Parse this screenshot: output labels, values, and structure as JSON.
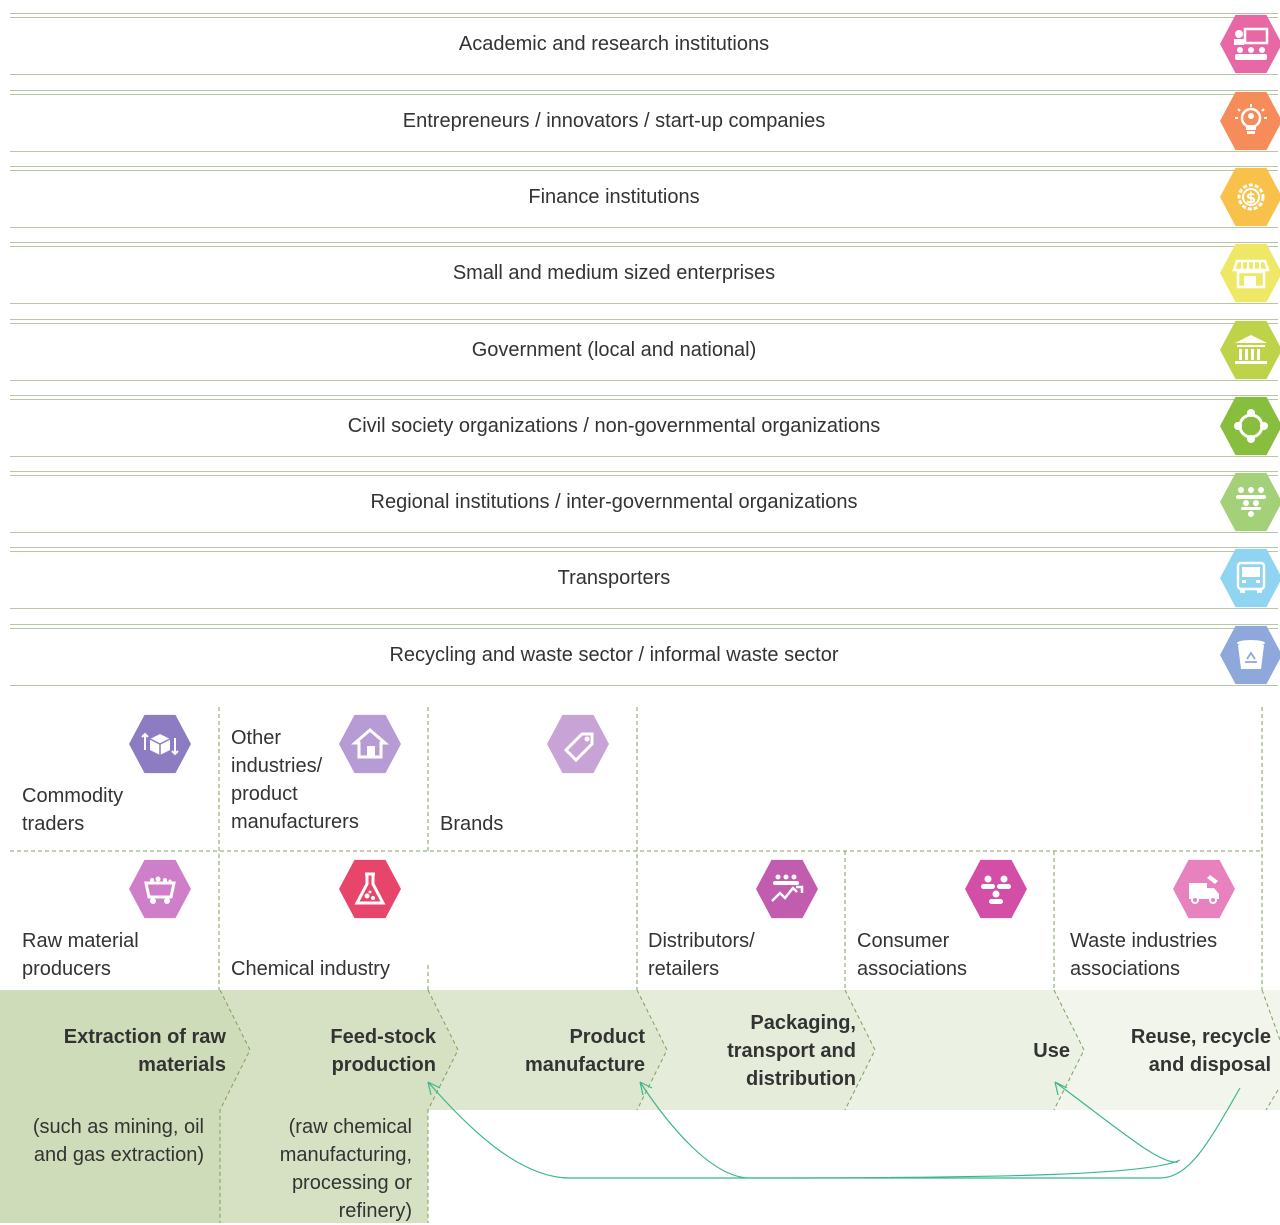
{
  "stakeholders": [
    {
      "label": "Academic and research institutions",
      "icon": "classroom-icon",
      "color": "#e868a5"
    },
    {
      "label": "Entrepreneurs / innovators / start-up companies",
      "icon": "lightbulb-person-icon",
      "color": "#f58c5a"
    },
    {
      "label": "Finance institutions",
      "icon": "dollar-gear-icon",
      "color": "#f8c24a"
    },
    {
      "label": "Small and medium sized enterprises",
      "icon": "storefront-icon",
      "color": "#eee866"
    },
    {
      "label": "Government (local and national)",
      "icon": "government-building-icon",
      "color": "#bed24a"
    },
    {
      "label": "Civil society organizations / non-governmental organizations",
      "icon": "network-icon",
      "color": "#88be3e"
    },
    {
      "label": "Regional institutions / inter-governmental organizations",
      "icon": "people-group-icon",
      "color": "#a4d07a"
    },
    {
      "label": "Transporters",
      "icon": "truck-icon",
      "color": "#8fd4f0"
    },
    {
      "label": "Recycling and waste sector / informal waste sector",
      "icon": "recycle-bin-icon",
      "color": "#8ea8dc"
    }
  ],
  "actors_top": [
    {
      "label": "Commodity\ntraders",
      "icon": "commodity-box-icon",
      "color": "#8e7cc3"
    },
    {
      "label": "Other\nindustries/\nproduct\nmanufacturers",
      "icon": "house-icon",
      "color": "#b79bd4"
    },
    {
      "label": "Brands",
      "icon": "tag-icon",
      "color": "#c7a3d6"
    }
  ],
  "actors_bottom": [
    {
      "label": "Raw material\nproducers",
      "icon": "mining-cart-icon",
      "color": "#cf7fc9"
    },
    {
      "label": "Chemical industry",
      "icon": "flask-icon",
      "color": "#e8456a"
    },
    {
      "label": "Distributors/\nretailers",
      "icon": "growth-chart-icon",
      "color": "#c15cae"
    },
    {
      "label": "Consumer\nassociations",
      "icon": "consumers-icon",
      "color": "#d24ea7"
    },
    {
      "label": "Waste industries\nassociations",
      "icon": "garbage-truck-icon",
      "color": "#e882be"
    }
  ],
  "stages": [
    {
      "label": "Extraction of raw\nmaterials",
      "sub": "(such as mining, oil\nand gas extraction)"
    },
    {
      "label": "Feed-stock\nproduction",
      "sub": "(raw chemical\nmanufacturing,\nprocessing or\nrefinery)"
    },
    {
      "label": "Product\nmanufacture",
      "sub": ""
    },
    {
      "label": "Packaging,\ntransport and\ndistribution",
      "sub": ""
    },
    {
      "label": "Use",
      "sub": ""
    },
    {
      "label": "Reuse, recycle\nand disposal",
      "sub": ""
    }
  ],
  "colors": {
    "band_line": "#b7c7a2",
    "dash": "#7fa05f",
    "stage_dark": "#cfdcba",
    "stage_mid": "#dde7cf",
    "stage_light": "#eaf0e1",
    "stage_lightest": "#f1f5eb",
    "arrow": "#3bb88a"
  }
}
